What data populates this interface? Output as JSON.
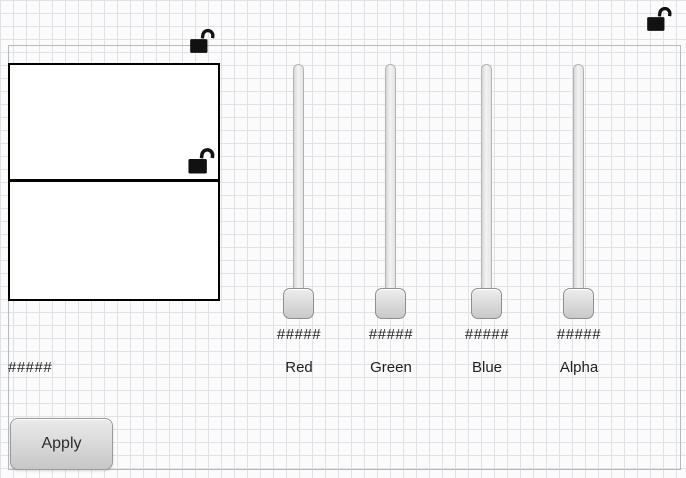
{
  "color_picker": {
    "preview": {
      "top_color": "#ffffff",
      "bottom_color": "#ffffff"
    },
    "sliders": [
      {
        "label": "Red",
        "value": "#####"
      },
      {
        "label": "Green",
        "value": "#####"
      },
      {
        "label": "Blue",
        "value": "#####"
      },
      {
        "label": "Alpha",
        "value": "#####"
      }
    ],
    "hex_value": "#####",
    "apply_label": "Apply"
  },
  "icons": {
    "lock_state": "open-padlock"
  },
  "colors": {
    "lock": "#111111",
    "grid_line": "#dfe2e6",
    "panel_border": "#b7babd",
    "swatch_border": "#000000"
  }
}
